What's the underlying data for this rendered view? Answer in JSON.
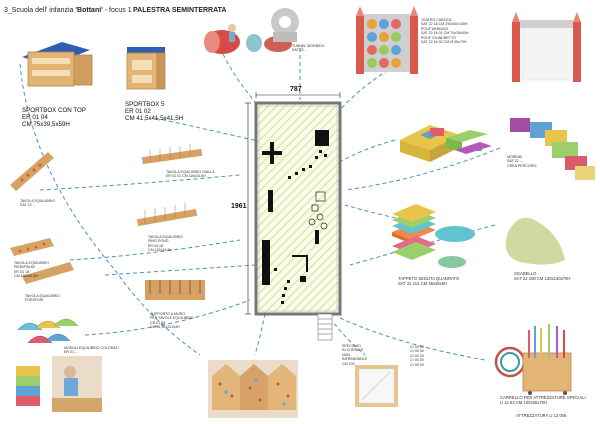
{
  "header": {
    "prefix": "3_Scuola dell' infanzia ",
    "school": "'Bottani'",
    "focus": " - focus 1",
    "section": "PALESTRA SEMINTERRATA"
  },
  "plan": {
    "width_label": "787",
    "height_label": "1961"
  },
  "products": {
    "sportbox_top": [
      "SPORTBOX CON TOP",
      "ER 01 04",
      "CM 75x39,5x59H"
    ],
    "sportbox_5": [
      "SPORTBOX 5",
      "ER 01 02",
      "CM 41,5x41,5x41,5H"
    ],
    "tunnel": [
      "TUNNEL MORBIDO",
      "SAT 22 ..."
    ],
    "teatro": [
      "TEATRO CABOCA",
      "SAT 22 16  CM 290x50x150H",
      "",
      "POUF ARANCIO",
      "SAT 22 16 01  CM 70x35x50H",
      "",
      "POUF CILINDRETTO",
      "SAT 22 16 02  CM Ø 35x70H"
    ],
    "tavola_gioco": [
      "TAVOLA EQUILIBRIO",
      "SAT 22 ..."
    ],
    "tavola_gialla": [
      "TAVOLA EQUILIBRIO GIALLA",
      "ER 03 01  CM 115x24,5H"
    ],
    "tavola_ping": [
      "TAVOLA EQUILIBRIO",
      "PING-PONG",
      "ER 03 18",
      "CM 192x24,5H"
    ],
    "tavola_piedi": [
      "TAVOLA EQUILIBRIO",
      "PIEDI/PALMI",
      "ER 03 18",
      "CM 192x24,5H"
    ],
    "tavola_fori": [
      "TAVOLA EQUILIBRIO",
      "FORI/FORI"
    ],
    "supporto": [
      "SUPPORTO A MURO",
      "PER TAVOLE EQUILIBRIO",
      "CR 01 05",
      "CM 51,5x12x104H"
    ],
    "morbidi": [
      "MORBIDI",
      "SAT 22 ...",
      "CREA PERCORSI"
    ],
    "tappeto": [
      "TAPPETO SEDUTA QUADRATO",
      "SAT 22 114  CM 35x35x5H"
    ],
    "sacco": [
      "SGABELLO",
      "SAT 22 108  CM 130x130x70H"
    ],
    "ostacoli": [
      "MODULI EQUILIBRIO COLORATI",
      "ER 01 ..."
    ],
    "specchio": [
      "SPECCHIO",
      "IN CORNICE",
      "NON",
      "INFRANGIBILE",
      "CM 100"
    ],
    "specchio_codes": [
      "Cr 00 00",
      "Cr 00 00",
      "Cr 00 00",
      "Cr 00 00",
      "Cr 00 00"
    ],
    "carrello": [
      "CARRELLO PER ATTREZZATURE SPECIALI",
      "U 12 63  CM 100x65x70H"
    ],
    "attrezzature": "ATTREZZATURA  U 12 006"
  },
  "colors": {
    "accent_line": "#4a90c8",
    "stripes": "#d9e59a",
    "wood": "#d8a868",
    "blue_mat": "#3a6fc0"
  }
}
